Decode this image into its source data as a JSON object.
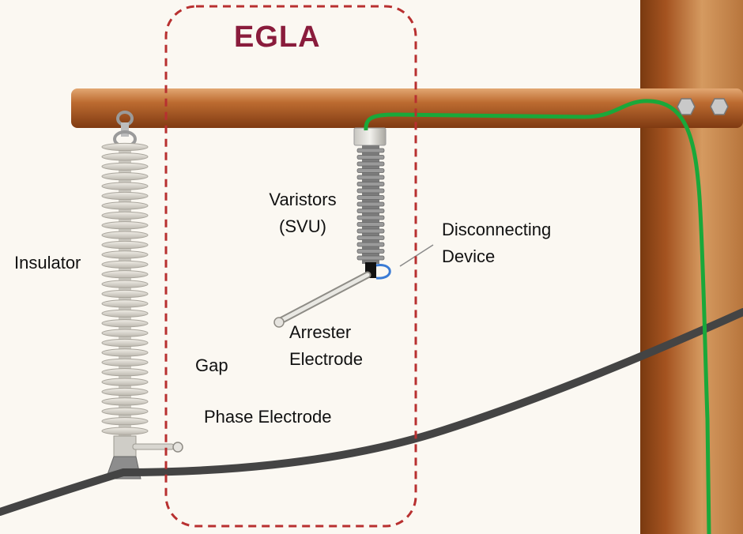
{
  "title": "EGLA",
  "labels": {
    "insulator": "Insulator",
    "varistors_line1": "Varistors",
    "varistors_line2": "(SVU)",
    "disconnecting_line1": "Disconnecting",
    "disconnecting_line2": "Device",
    "arrester_line1": "Arrester",
    "arrester_line2": "Electrode",
    "gap": "Gap",
    "phase_electrode": "Phase Electrode"
  },
  "colors": {
    "background": "#fbf8f2",
    "crossarm": "#b05a22",
    "pole": "#b86a30",
    "ground_wire": "#1aa83a",
    "conductor": "#444444",
    "egla_box": "#b83030",
    "egla_title": "#8a1c3c",
    "insulator": "#d9d6cf",
    "varistor": "#8a8a8a",
    "disconnecting_loop": "#3a7bd5"
  }
}
